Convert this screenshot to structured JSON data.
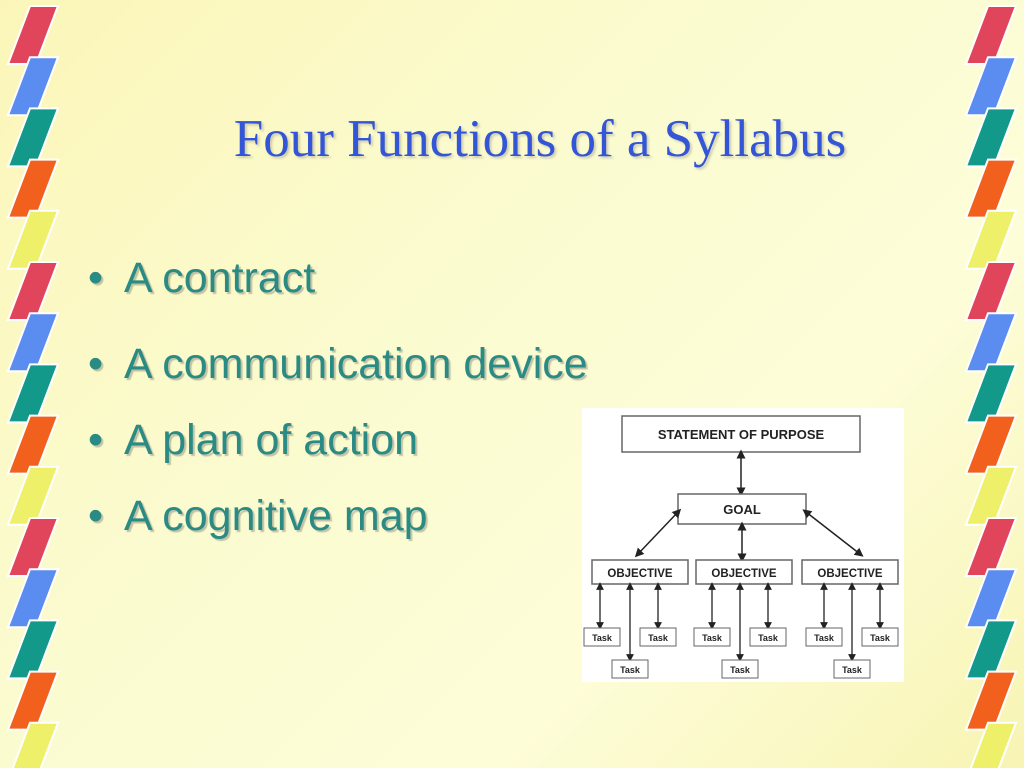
{
  "slide": {
    "title": "Four Functions of a Syllabus",
    "bullets": [
      "A contract",
      "A communication device",
      "A plan of action",
      "A cognitive map"
    ],
    "bullet_glyph": "•"
  },
  "diagram": {
    "statement": "STATEMENT OF PURPOSE",
    "goal": "GOAL",
    "objective_label": "OBJECTIVE",
    "task_label": "Task",
    "objective_count": 3,
    "tasks_per_objective": 3
  },
  "colors": {
    "title": "#3355d6",
    "bullet_text": "#2a8a84",
    "border_red": "#e0455c",
    "border_blue": "#5b8cf0",
    "border_teal": "#13998a",
    "border_orange": "#f2601e",
    "border_yellow": "#eef06a"
  }
}
